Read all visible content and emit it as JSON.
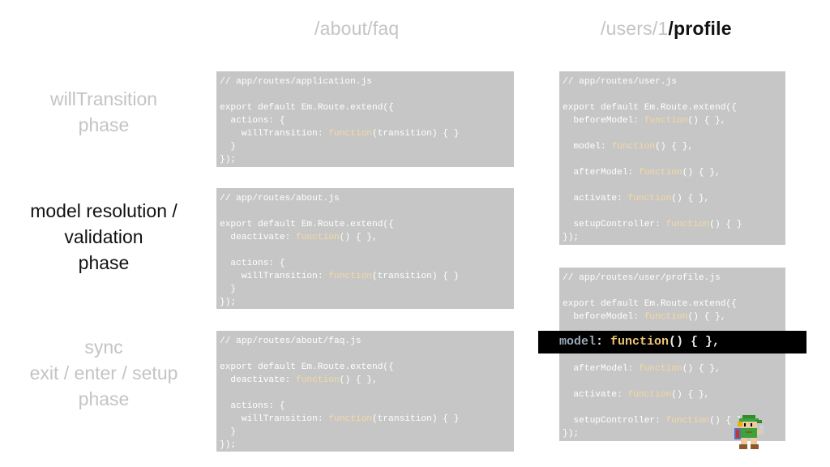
{
  "headings": {
    "about_faq": "/about/faq",
    "users_prefix": "/users/1",
    "users_profile": "/profile"
  },
  "phases": [
    {
      "lines": [
        "willTransition",
        "phase"
      ],
      "active": false
    },
    {
      "lines": [
        "model resolution /",
        "validation",
        "phase"
      ],
      "active": true
    },
    {
      "lines": [
        "sync",
        "exit / enter / setup",
        "phase"
      ],
      "active": false
    }
  ],
  "code_blocks": {
    "application": [
      "// app/routes/application.js",
      "",
      "export default Em.Route.extend({",
      "  actions: {",
      "    willTransition: function(transition) { }",
      "  }",
      "});"
    ],
    "about": [
      "// app/routes/about.js",
      "",
      "export default Em.Route.extend({",
      "  deactivate: function() { },",
      "",
      "  actions: {",
      "    willTransition: function(transition) { }",
      "  }",
      "});"
    ],
    "faq": [
      "// app/routes/about/faq.js",
      "",
      "export default Em.Route.extend({",
      "  deactivate: function() { },",
      "",
      "  actions: {",
      "    willTransition: function(transition) { }",
      "  }",
      "});"
    ],
    "user": [
      "// app/routes/user.js",
      "",
      "export default Em.Route.extend({",
      "  beforeModel: function() { },",
      "",
      "  model: function() { },",
      "",
      "  afterModel: function() { },",
      "",
      "  activate: function() { },",
      "",
      "  setupController: function() { }",
      "});"
    ],
    "profile": [
      "// app/routes/user/profile.js",
      "",
      "export default Em.Route.extend({",
      "  beforeModel: function() { },",
      "",
      "",
      "",
      "  afterModel: function() { },",
      "",
      "  activate: function() { },",
      "",
      "  setupController: function() { }",
      "});"
    ]
  },
  "highlight": {
    "prop": "model",
    "colon": ": ",
    "keyword": "function",
    "rest": "() { },"
  }
}
